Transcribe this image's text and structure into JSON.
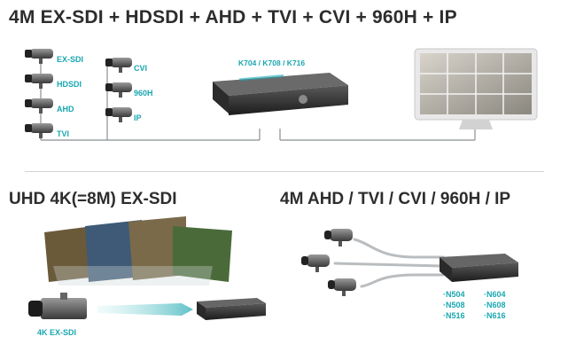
{
  "main_title": "4M EX-SDI + HDSDI + AHD + TVI + CVI + 960H + IP",
  "top_section": {
    "left_camera_labels": [
      "EX-SDI",
      "HDSDI",
      "AHD",
      "TVI"
    ],
    "right_camera_labels": [
      "CVI",
      "960H",
      "IP"
    ],
    "dvr_models": "K704 / K708 / K716"
  },
  "uhd_section": {
    "title": "UHD 4K(=8M) EX-SDI",
    "camera_label": "4K EX-SDI"
  },
  "ahd_section": {
    "title": "4M AHD / TVI / CVI / 960H / IP",
    "models_col1": [
      "·N504",
      "·N508",
      "·N516"
    ],
    "models_col2": [
      "·N604",
      "·N608",
      "·N616"
    ]
  },
  "colors": {
    "accent_teal": "#1aa7b0",
    "title_text": "#2d2d2d",
    "divider": "#cfd4d6"
  }
}
